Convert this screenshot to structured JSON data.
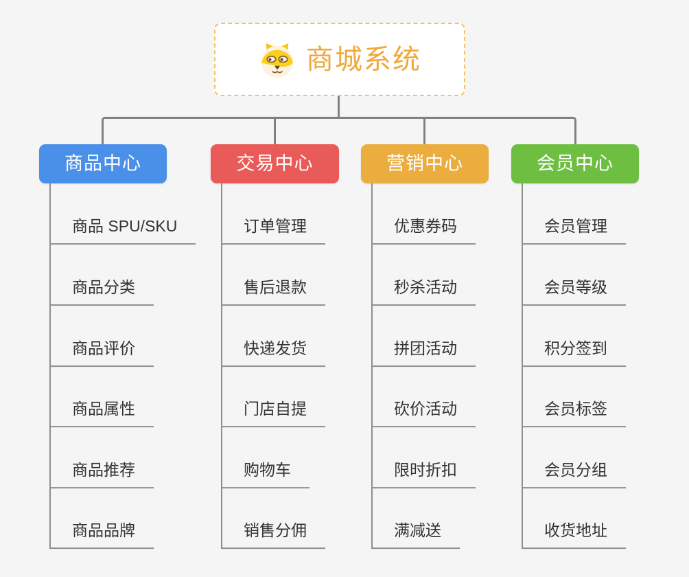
{
  "root": {
    "title": "商城系统",
    "icon": "shiba-dog-icon"
  },
  "colors": {
    "background": "#F5F5F6",
    "connector": "#808080",
    "item_text": "#333333",
    "item_underline": "#8E8E8E",
    "root_border": "#F3C269",
    "root_title": "#F1A73B"
  },
  "branches": [
    {
      "label": "商品中心",
      "color": "#4A90E8",
      "items": [
        "商品 SPU/SKU",
        "商品分类",
        "商品评价",
        "商品属性",
        "商品推荐",
        "商品品牌"
      ]
    },
    {
      "label": "交易中心",
      "color": "#E85B58",
      "items": [
        "订单管理",
        "售后退款",
        "快递发货",
        "门店自提",
        "购物车",
        "销售分佣"
      ]
    },
    {
      "label": "营销中心",
      "color": "#ECAD3F",
      "items": [
        "优惠券码",
        "秒杀活动",
        "拼团活动",
        "砍价活动",
        "限时折扣",
        "满减送"
      ]
    },
    {
      "label": "会员中心",
      "color": "#6EBF41",
      "items": [
        "会员管理",
        "会员等级",
        "积分签到",
        "会员标签",
        "会员分组",
        "收货地址"
      ]
    }
  ]
}
